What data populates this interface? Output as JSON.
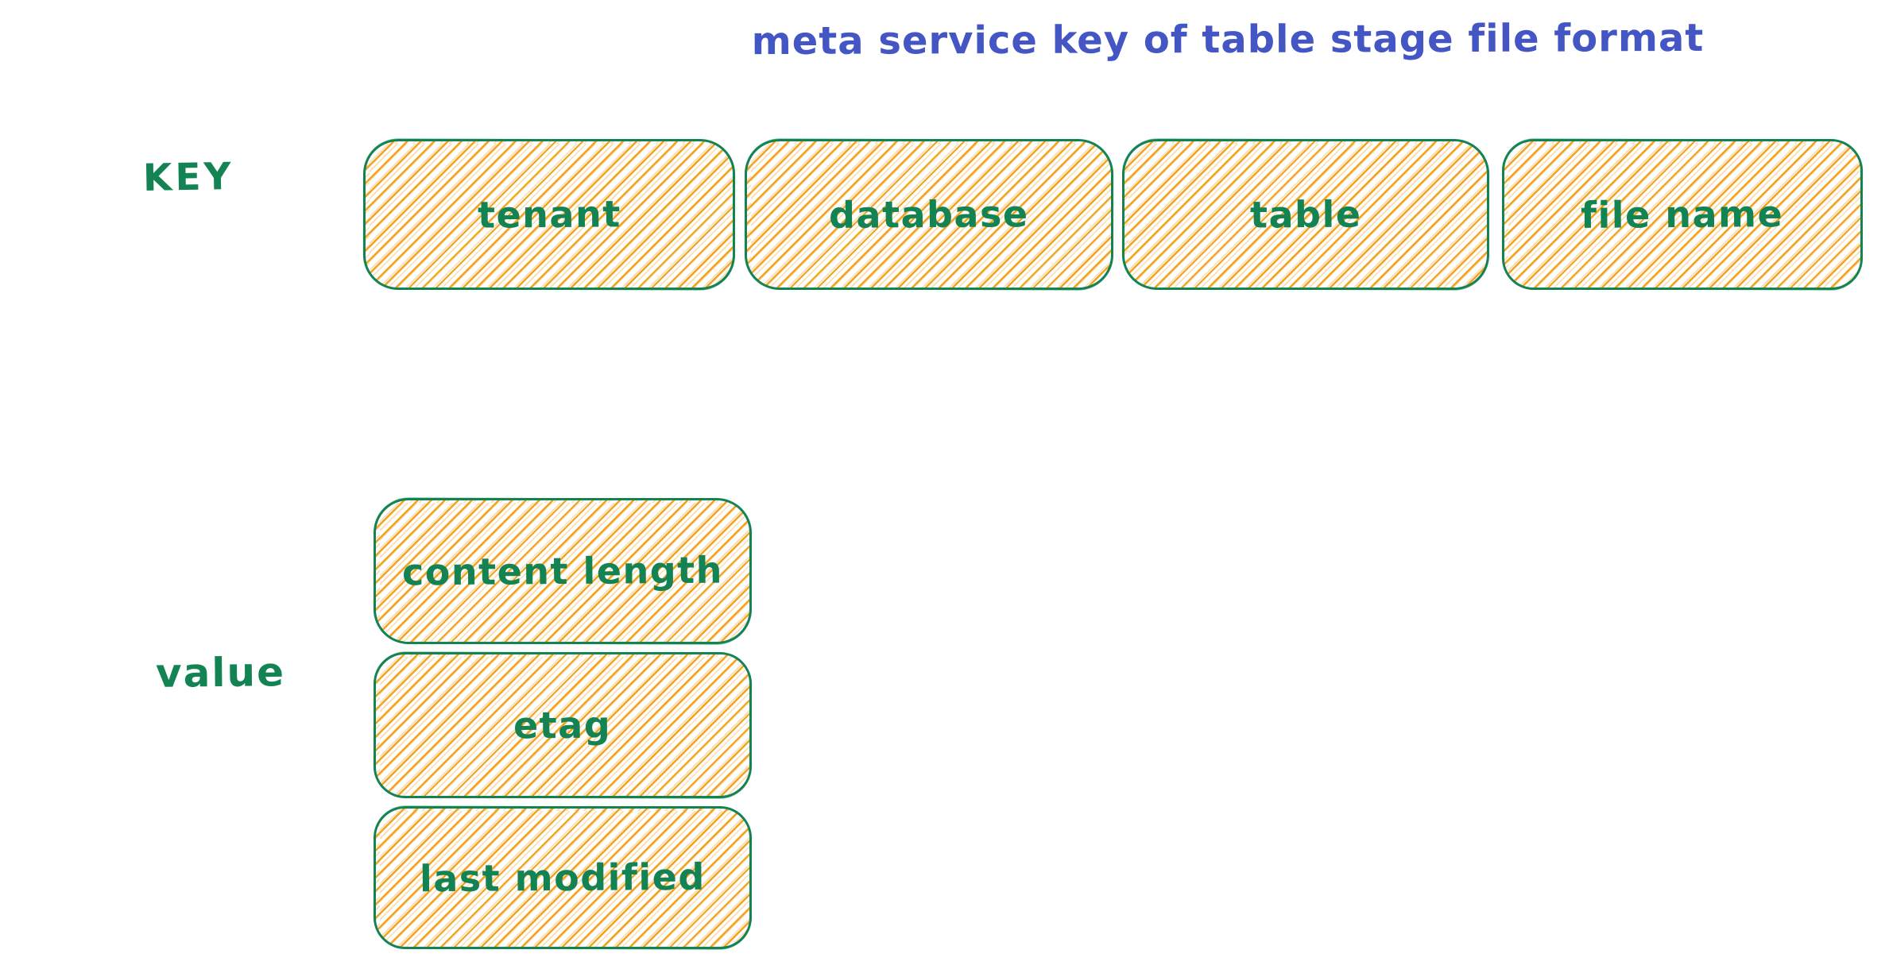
{
  "diagram": {
    "title": "meta service key of table stage file format",
    "key_row": {
      "label": "KEY",
      "boxes": [
        {
          "label": "tenant"
        },
        {
          "label": "database"
        },
        {
          "label": "table"
        },
        {
          "label": "file name"
        }
      ]
    },
    "value_column": {
      "label": "value",
      "boxes": [
        {
          "label": "content length"
        },
        {
          "label": "etag"
        },
        {
          "label": "last modified"
        }
      ]
    },
    "colors": {
      "title_blue": "#4455c4",
      "stroke_green": "#148354",
      "hachure_orange": "#f5a31e",
      "background": "#ffffff"
    }
  }
}
